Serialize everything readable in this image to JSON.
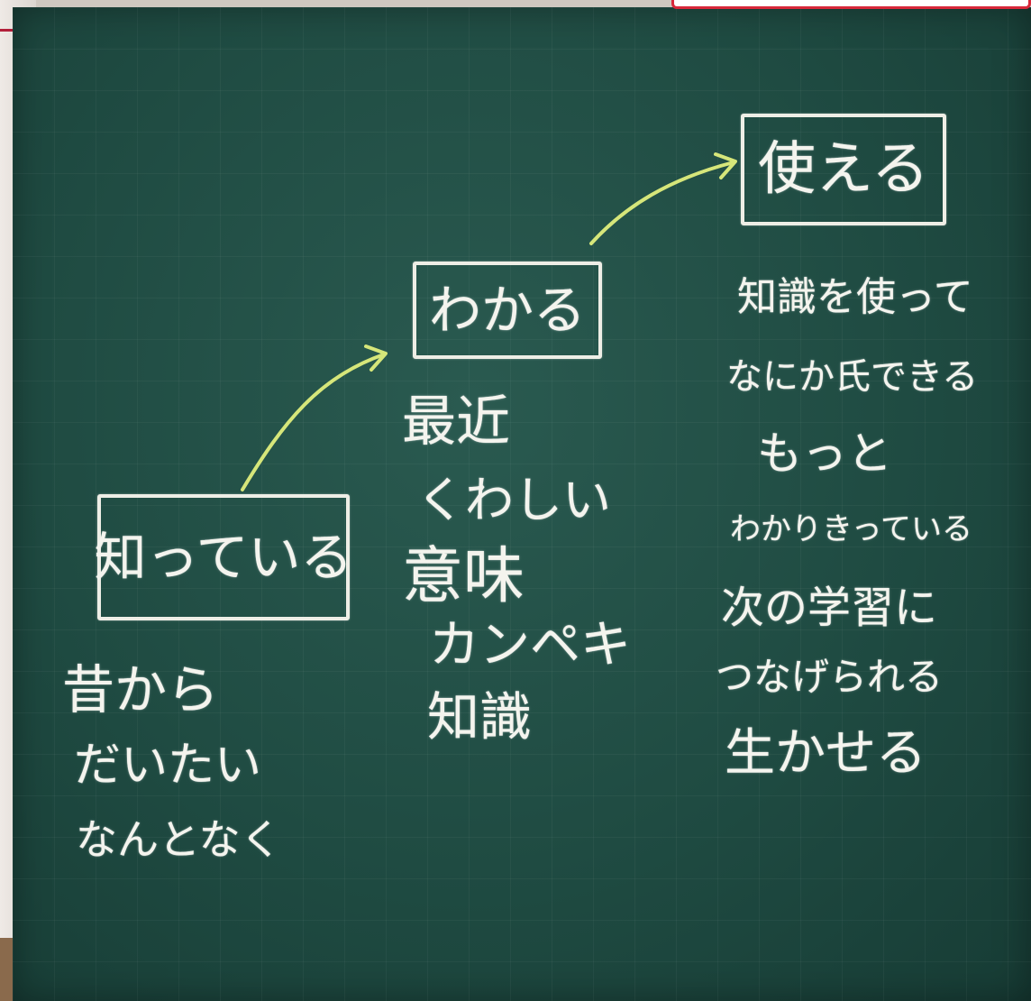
{
  "stages": [
    {
      "heading": "知っている",
      "lines": [
        "昔から",
        "だいたい",
        "なんとなく"
      ]
    },
    {
      "heading": "わかる",
      "lines": [
        "最近",
        "くわしい",
        "意味",
        "カンペキ",
        "知識"
      ]
    },
    {
      "heading": "使える",
      "lines": [
        "知識を使って",
        "なにか氏できる",
        "もっと",
        "わかりきっている",
        "次の学習に",
        "つなげられる",
        "生かせる"
      ]
    }
  ],
  "colors": {
    "chalkboard": "#1f4b42",
    "chalk": "#f4f4ee",
    "arrow": "#d6e67a"
  }
}
